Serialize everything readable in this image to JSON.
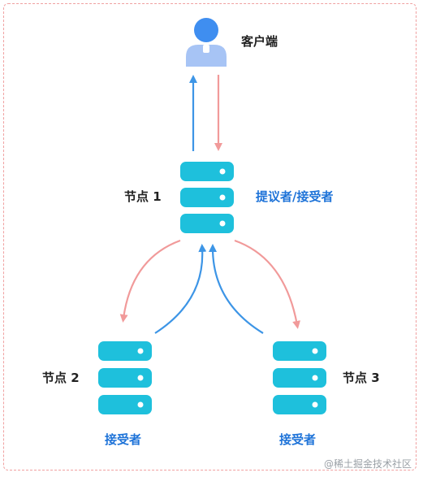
{
  "client": {
    "label": "客户端",
    "icon": "user-icon"
  },
  "nodes": [
    {
      "name": "节点 1",
      "role": "提议者/接受者"
    },
    {
      "name": "节点 2",
      "role": "接受者"
    },
    {
      "name": "节点 3",
      "role": "接受者"
    }
  ],
  "watermark": "@稀土掘金技术社区",
  "colors": {
    "server": "#1ec0dc",
    "server_light": "#6fe0f0",
    "request_arrow": "#3d95e6",
    "response_arrow": "#f19a9a",
    "role_text": "#1e73d8",
    "frame": "#f0a0a0"
  }
}
